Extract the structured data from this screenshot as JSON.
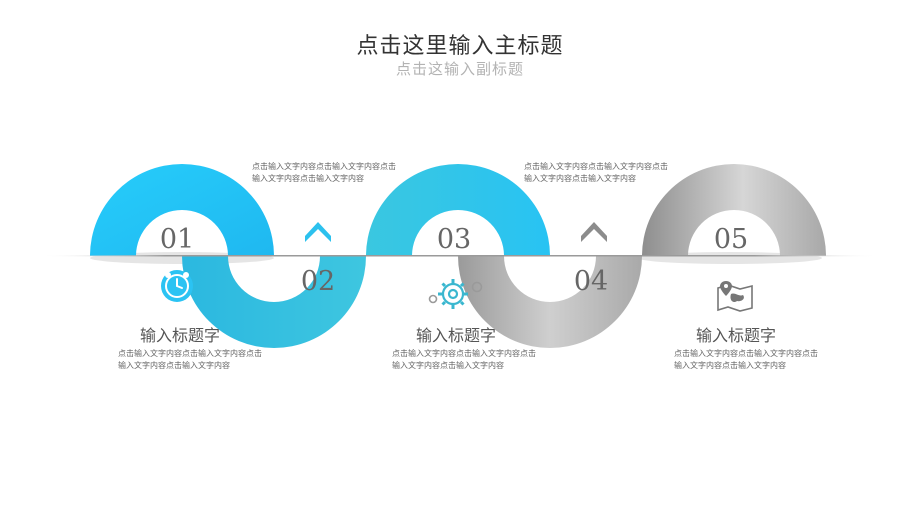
{
  "header": {
    "title": "点击这里输入主标题",
    "subtitle": "点击这输入副标题"
  },
  "colors": {
    "blue_light": "#22c6f7",
    "blue_teal": "#3ac0da",
    "gray": "#a6a6a6",
    "arrow_blue": "#2cc1ee",
    "arrow_gray": "#8c8c8c"
  },
  "steps": [
    {
      "number": "01",
      "title": "输入标题字",
      "desc": "点击输入文字内容点击输入文字内容点击输入文字内容点击输入文字内容",
      "icon": "alarm-clock-icon"
    },
    {
      "number": "02",
      "desc": "点击输入文字内容点击输入文字内容点击输入文字内容点击输入文字内容"
    },
    {
      "number": "03",
      "title": "输入标题字",
      "desc": "点击输入文字内容点击输入文字内容点击输入文字内容点击输入文字内容",
      "icon": "gears-icon"
    },
    {
      "number": "04",
      "desc": "点击输入文字内容点击输入文字内容点击输入文字内容点击输入文字内容"
    },
    {
      "number": "05",
      "title": "输入标题字",
      "desc": "点击输入文字内容点击输入文字内容点击输入文字内容点击输入文字内容",
      "icon": "map-pin-icon"
    }
  ]
}
